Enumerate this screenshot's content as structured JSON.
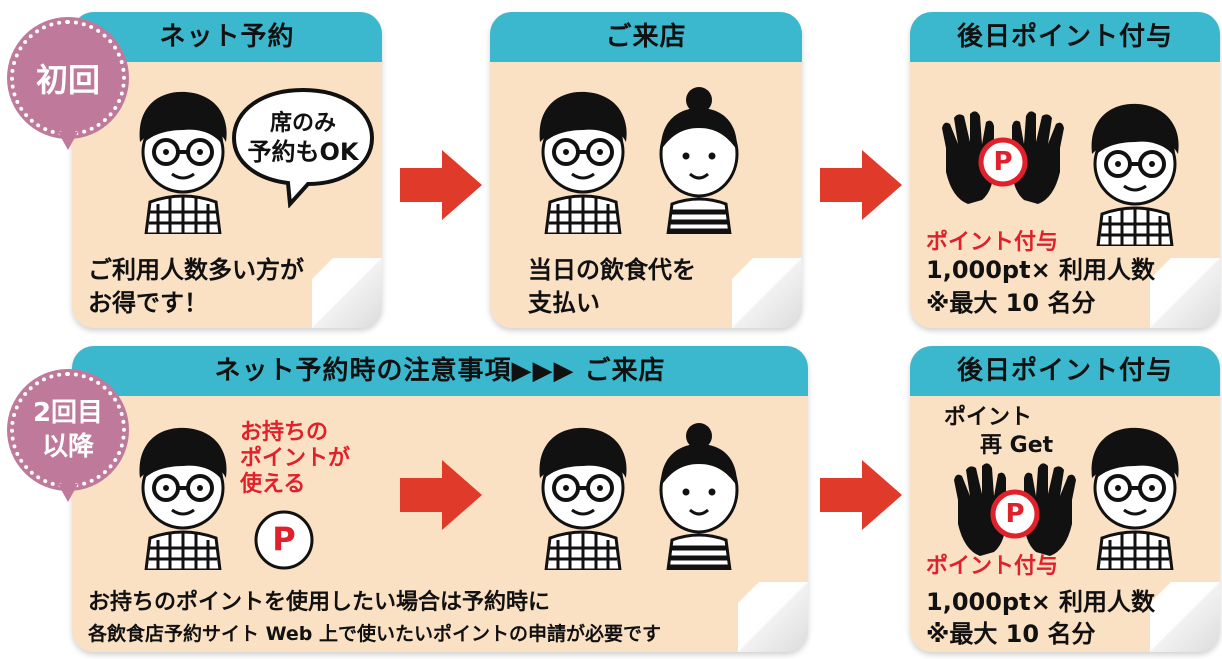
{
  "badges": {
    "first": "初回",
    "repeat_line1": "2回目",
    "repeat_line2": "以降"
  },
  "row1": {
    "card1": {
      "header": "ネット予約",
      "bubble_line1": "席のみ",
      "bubble_line2": "予約もOK",
      "text_line1": "ご利用人数多い方が",
      "text_line2": "お得です！"
    },
    "card2": {
      "header": "ご来店",
      "text_line1": "当日の飲食代を",
      "text_line2": "支払い"
    },
    "card3": {
      "header": "後日ポイント付与",
      "coin_label": "P",
      "point_label": "ポイント付与",
      "text_line1": "1,000pt× 利用人数",
      "text_line2": "※最大 10 名分"
    }
  },
  "row2": {
    "card1": {
      "header": "ネット予約時の注意事項▶▶▶ ご来店",
      "red_line1": "お持ちの",
      "red_line2": "ポイントが",
      "red_line3": "使える",
      "coin_label": "P",
      "text_line1": "お持ちのポイントを使用したい場合は予約時に",
      "text_line2": "各飲食店予約サイト Web 上で使いたいポイントの申請が必要です"
    },
    "card2": {
      "header": "後日ポイント付与",
      "reget_line1": "ポイント",
      "reget_line2": "再 Get",
      "coin_label": "P",
      "point_label": "ポイント付与",
      "text_line1": "1,000pt× 利用人数",
      "text_line2": "※最大 10 名分"
    }
  },
  "colors": {
    "card_bg": "#fbe1c4",
    "header_bg": "#3bb8cd",
    "badge": "#bf7a9b",
    "arrow": "#e03a2a",
    "accent_red": "#e0202a"
  },
  "icons": [
    "man-icon",
    "woman-icon",
    "hands-coin-icon",
    "point-coin-icon",
    "right-arrow-icon",
    "speech-bubble-icon"
  ]
}
